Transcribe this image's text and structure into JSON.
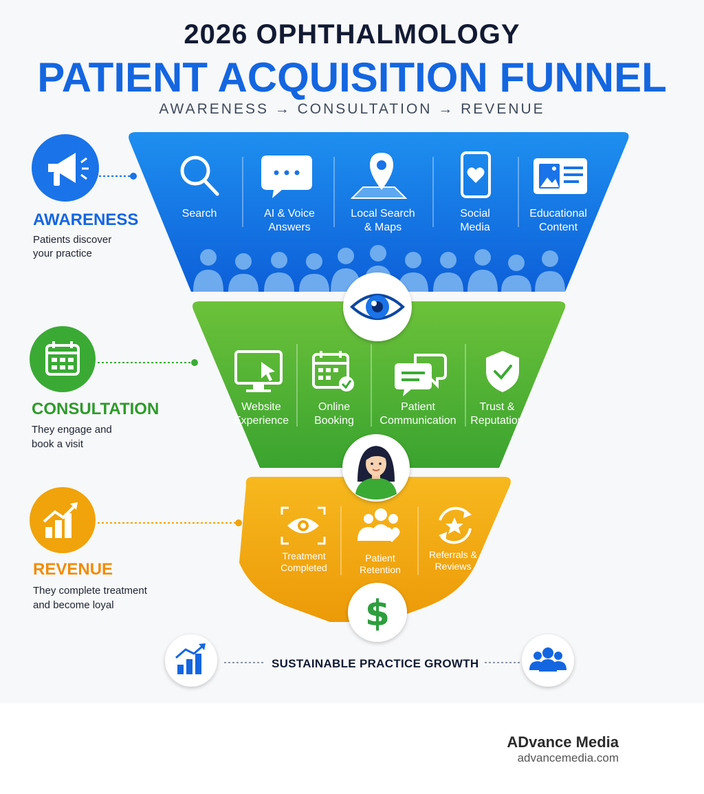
{
  "header": {
    "title_line1": "2026 OPHTHALMOLOGY",
    "title_line2": "PATIENT ACQUISITION FUNNEL",
    "subtitle": "AWARENESS → CONSULTATION → REVENUE"
  },
  "stages": [
    {
      "label": "AWARENESS",
      "description": [
        "Patients discover",
        "your practice"
      ],
      "icon": "megaphone-icon",
      "color": "#1a73e8",
      "channels": [
        {
          "label": "Search",
          "icon": "magnifier-icon"
        },
        {
          "label": "AI & Voice\nAnswers",
          "icon": "chat-bubble-icon"
        },
        {
          "label": "Local Search\n& Maps",
          "icon": "map-pin-icon"
        },
        {
          "label": "Social\nMedia",
          "icon": "phone-heart-icon"
        },
        {
          "label": "Educational\nContent",
          "icon": "content-card-icon"
        }
      ]
    },
    {
      "label": "CONSULTATION",
      "description": [
        "They engage and",
        "book a visit"
      ],
      "icon": "calendar-icon",
      "color": "#3aaa35",
      "channels": [
        {
          "label": "Website\nExperience",
          "icon": "monitor-cursor-icon"
        },
        {
          "label": "Online\nBooking",
          "icon": "calendar-check-icon"
        },
        {
          "label": "Patient\nCommunication",
          "icon": "chat-bubbles-icon"
        },
        {
          "label": "Trust &\nReputation",
          "icon": "shield-check-icon"
        }
      ]
    },
    {
      "label": "REVENUE",
      "description": [
        "They complete treatment",
        "and become loyal"
      ],
      "icon": "growth-chart-icon",
      "color": "#f0a30a",
      "channels": [
        {
          "label": "Treatment\nCompleted",
          "icon": "eye-scan-icon"
        },
        {
          "label": "Patient\nRetention",
          "icon": "group-heart-icon"
        },
        {
          "label": "Referrals &\nReviews",
          "icon": "star-cycle-icon"
        }
      ]
    }
  ],
  "footer": {
    "growth_label": "SUSTAINABLE PRACTICE GROWTH",
    "brand_name": "ADvance Media",
    "brand_url": "advancemedia.com"
  }
}
